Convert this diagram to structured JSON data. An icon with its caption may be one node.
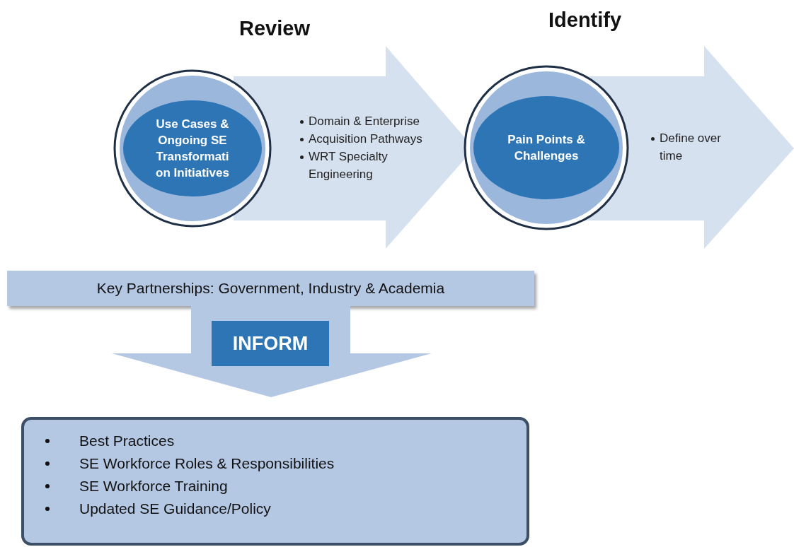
{
  "diagram": {
    "nodes": [
      {
        "text": [
          "Review",
          "Domain & Enterprise",
          "Acquisition Pathways",
          "WRT Specialty Engineering"
        ]
      },
      {
        "text": [
          "Use Cases & Ongoing SE Transformati on Initiatives"
        ]
      },
      {
        "text": [
          "Identify",
          "Define over time"
        ]
      },
      {
        "text": [
          "Pain Points & Challenges"
        ]
      },
      {
        "text": [
          "Key Partnerships: Government, Industry & Academia"
        ]
      },
      {
        "text": [
          "INFORM"
        ]
      },
      {
        "text": [
          "Best Practices",
          "SE Workforce Roles & Responsibilities",
          "SE Workforce Training",
          "Updated SE Guidance/Policy"
        ]
      }
    ]
  }
}
